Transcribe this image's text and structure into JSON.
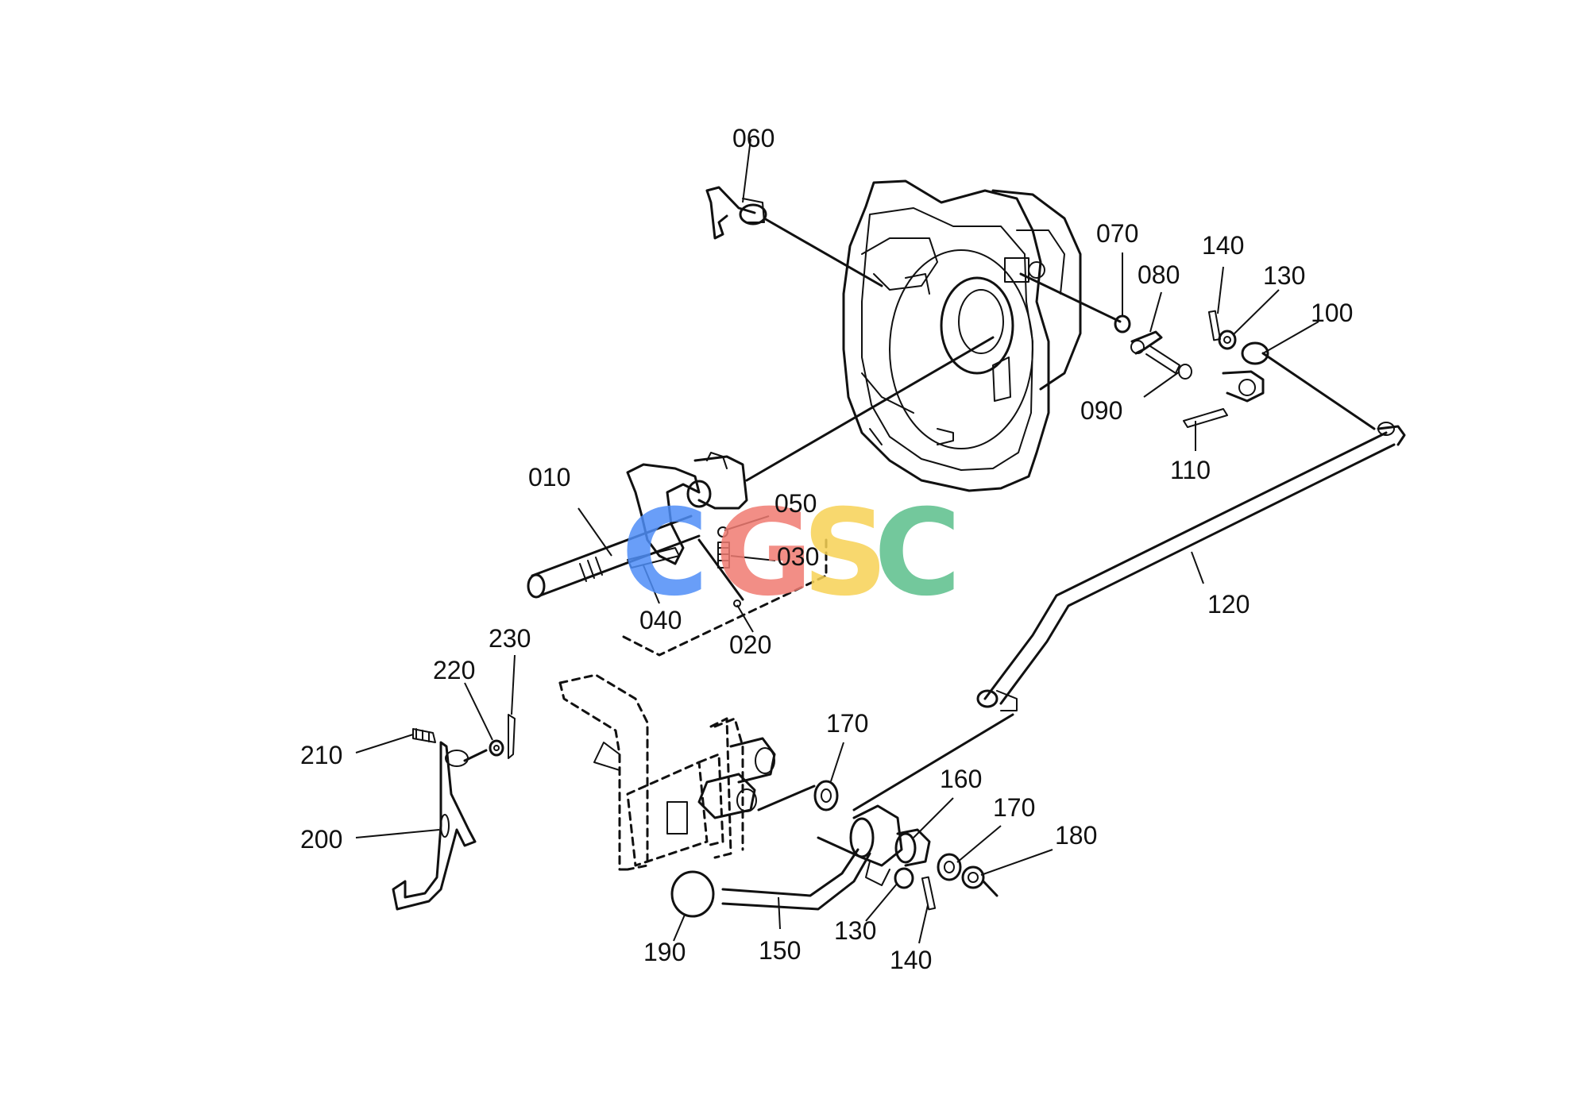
{
  "watermark": {
    "letters": [
      "C",
      "G",
      "S",
      "C"
    ],
    "colors": [
      "#4f8ef7",
      "#f07b72",
      "#f7d255",
      "#5bbf8b"
    ]
  },
  "callouts": [
    {
      "id": "010",
      "label": "010"
    },
    {
      "id": "020",
      "label": "020"
    },
    {
      "id": "030",
      "label": "030"
    },
    {
      "id": "040",
      "label": "040"
    },
    {
      "id": "050",
      "label": "050"
    },
    {
      "id": "060",
      "label": "060"
    },
    {
      "id": "070",
      "label": "070"
    },
    {
      "id": "080",
      "label": "080"
    },
    {
      "id": "090",
      "label": "090"
    },
    {
      "id": "100",
      "label": "100"
    },
    {
      "id": "110",
      "label": "110"
    },
    {
      "id": "120",
      "label": "120"
    },
    {
      "id": "130a",
      "label": "130"
    },
    {
      "id": "140a",
      "label": "140"
    },
    {
      "id": "130b",
      "label": "130"
    },
    {
      "id": "140b",
      "label": "140"
    },
    {
      "id": "150",
      "label": "150"
    },
    {
      "id": "160",
      "label": "160"
    },
    {
      "id": "170a",
      "label": "170"
    },
    {
      "id": "170b",
      "label": "170"
    },
    {
      "id": "180",
      "label": "180"
    },
    {
      "id": "190",
      "label": "190"
    },
    {
      "id": "200",
      "label": "200"
    },
    {
      "id": "210",
      "label": "210"
    },
    {
      "id": "220",
      "label": "220"
    },
    {
      "id": "230",
      "label": "230"
    }
  ]
}
